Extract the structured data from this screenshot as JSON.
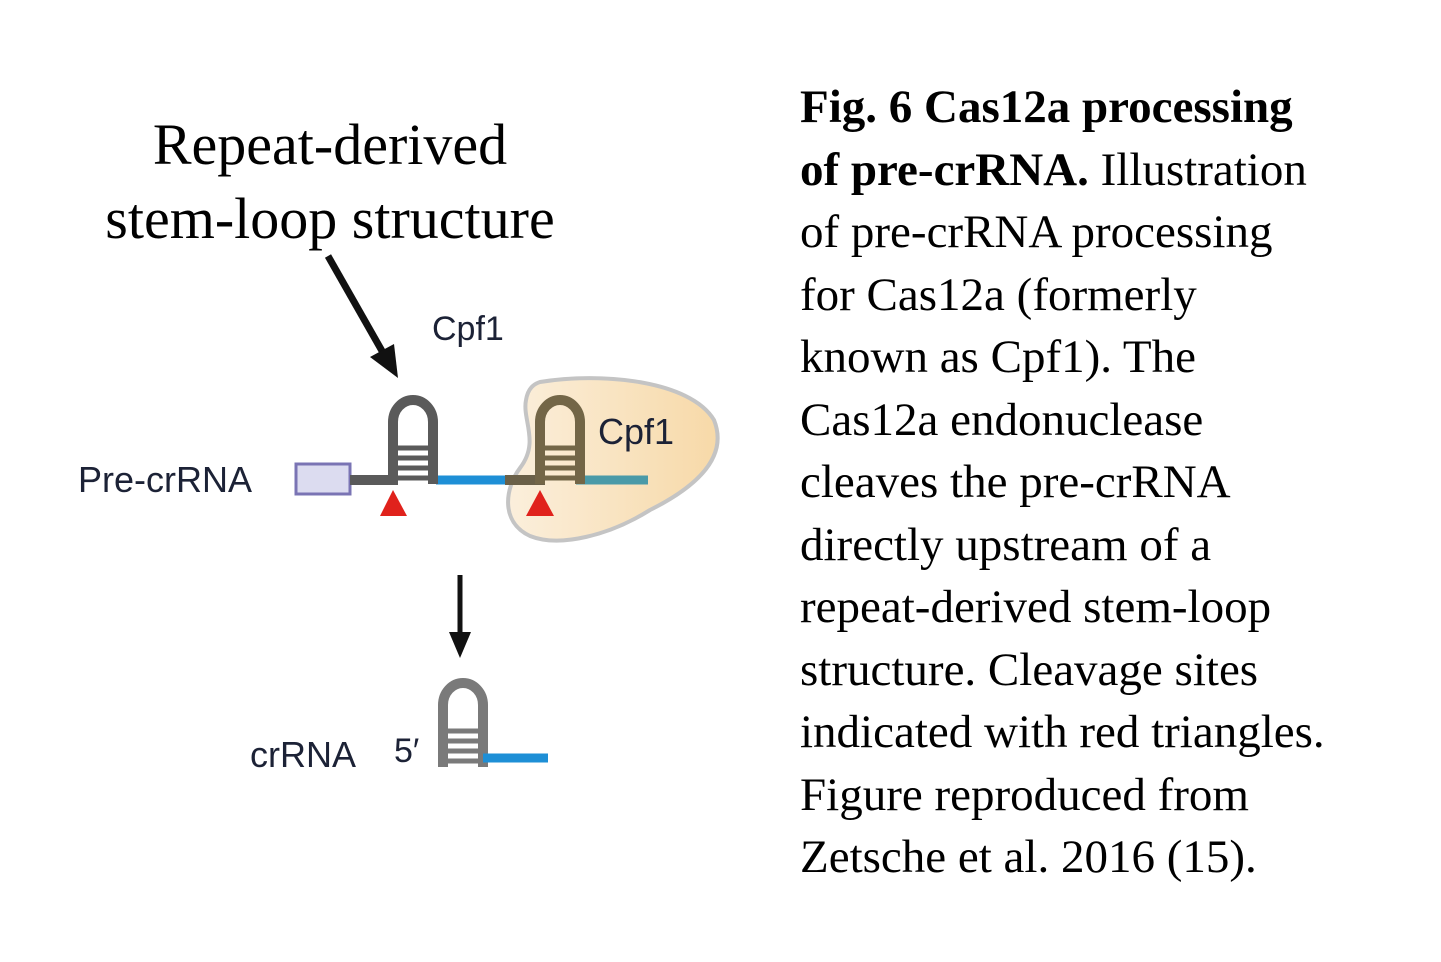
{
  "figure": {
    "callout_lines": [
      "Repeat-derived",
      "stem-loop structure"
    ],
    "labels": {
      "cpf1_top": "Cpf1",
      "cpf1_bound": "Cpf1",
      "pre_crrna": "Pre-crRNA",
      "crrna": "crRNA",
      "five_prime": "5′"
    },
    "colors": {
      "stem_loop": "#5a5a5a",
      "stem_loop_processed": "#7a7a7a",
      "spacer": "#1e8fd6",
      "cleavage_site": "#e0221c",
      "cpf1_fill_start": "#f7d9a8",
      "cpf1_fill_end": "#fbefdc",
      "cpf1_outline": "#c4c4c4",
      "leader_box_fill": "#dcdcf0",
      "leader_box_stroke": "#7a74b4",
      "arrow": "#111111"
    },
    "elements": [
      "leader-box",
      "repeat-stem-loop",
      "spacer",
      "repeat-stem-loop (Cpf1-bound)",
      "spacer",
      "cleavage-site x2",
      "processing-arrow",
      "mature-crRNA"
    ]
  },
  "caption": {
    "title_bold_line1": "Fig. 6 Cas12a processing",
    "title_bold_line2": "of pre-crRNA.",
    "line2_rest": " Illustration",
    "lines": [
      "of pre-crRNA processing",
      "for Cas12a (formerly",
      "known as Cpf1).  The",
      "Cas12a endonuclease",
      "cleaves the pre-crRNA",
      "directly upstream of a",
      "repeat-derived stem-loop",
      "structure. Cleavage sites",
      "indicated with red triangles.",
      "Figure reproduced from",
      "Zetsche et al. 2016 (15)."
    ]
  }
}
